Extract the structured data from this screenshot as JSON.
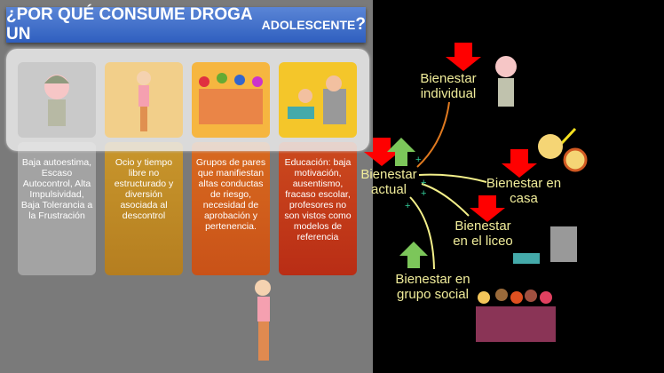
{
  "title": {
    "main": "¿POR QUÉ CONSUME DROGA UN ",
    "small": "ADOLESCENTE",
    "end": "?"
  },
  "cards": [
    {
      "text": "Baja autoestima, Escaso Autocontrol, Alta Impulsividad, Baja Tolerancia a la Frustración",
      "color": "#a3a3a3",
      "img": "#c9c9c9",
      "icon": "soldier-figure-icon"
    },
    {
      "text": "Ocio y tiempo libre no estructurado y diversión asociada al descontrol",
      "color": "#c48d2a",
      "img": "#f2cf8a",
      "icon": "girl-figure-icon"
    },
    {
      "text": "Grupos de pares que manifiestan altas conductas de riesgo, necesidad de aprobación y pertenencia.",
      "color": "#d2601c",
      "img": "#f6b640",
      "icon": "group-figures-icon"
    },
    {
      "text": "Educación: baja motivación, ausentismo, fracaso escolar, profesores no son vistos como modelos de referencia",
      "color": "#c0381b",
      "img": "#f4c62a",
      "icon": "teacher-student-icon"
    }
  ],
  "diagram": {
    "actual": "Bienestar actual",
    "individual": "Bienestar individual",
    "casa": "Bienestar en casa",
    "liceo": "Bienestar en el liceo",
    "social": "Bienestar en grupo social",
    "plus": "+",
    "colors": {
      "down": "#ff0000",
      "up": "#7cc65a",
      "text": "#f0ec9a",
      "link": "#f4f08a",
      "individual_link": "#e07a20"
    }
  }
}
